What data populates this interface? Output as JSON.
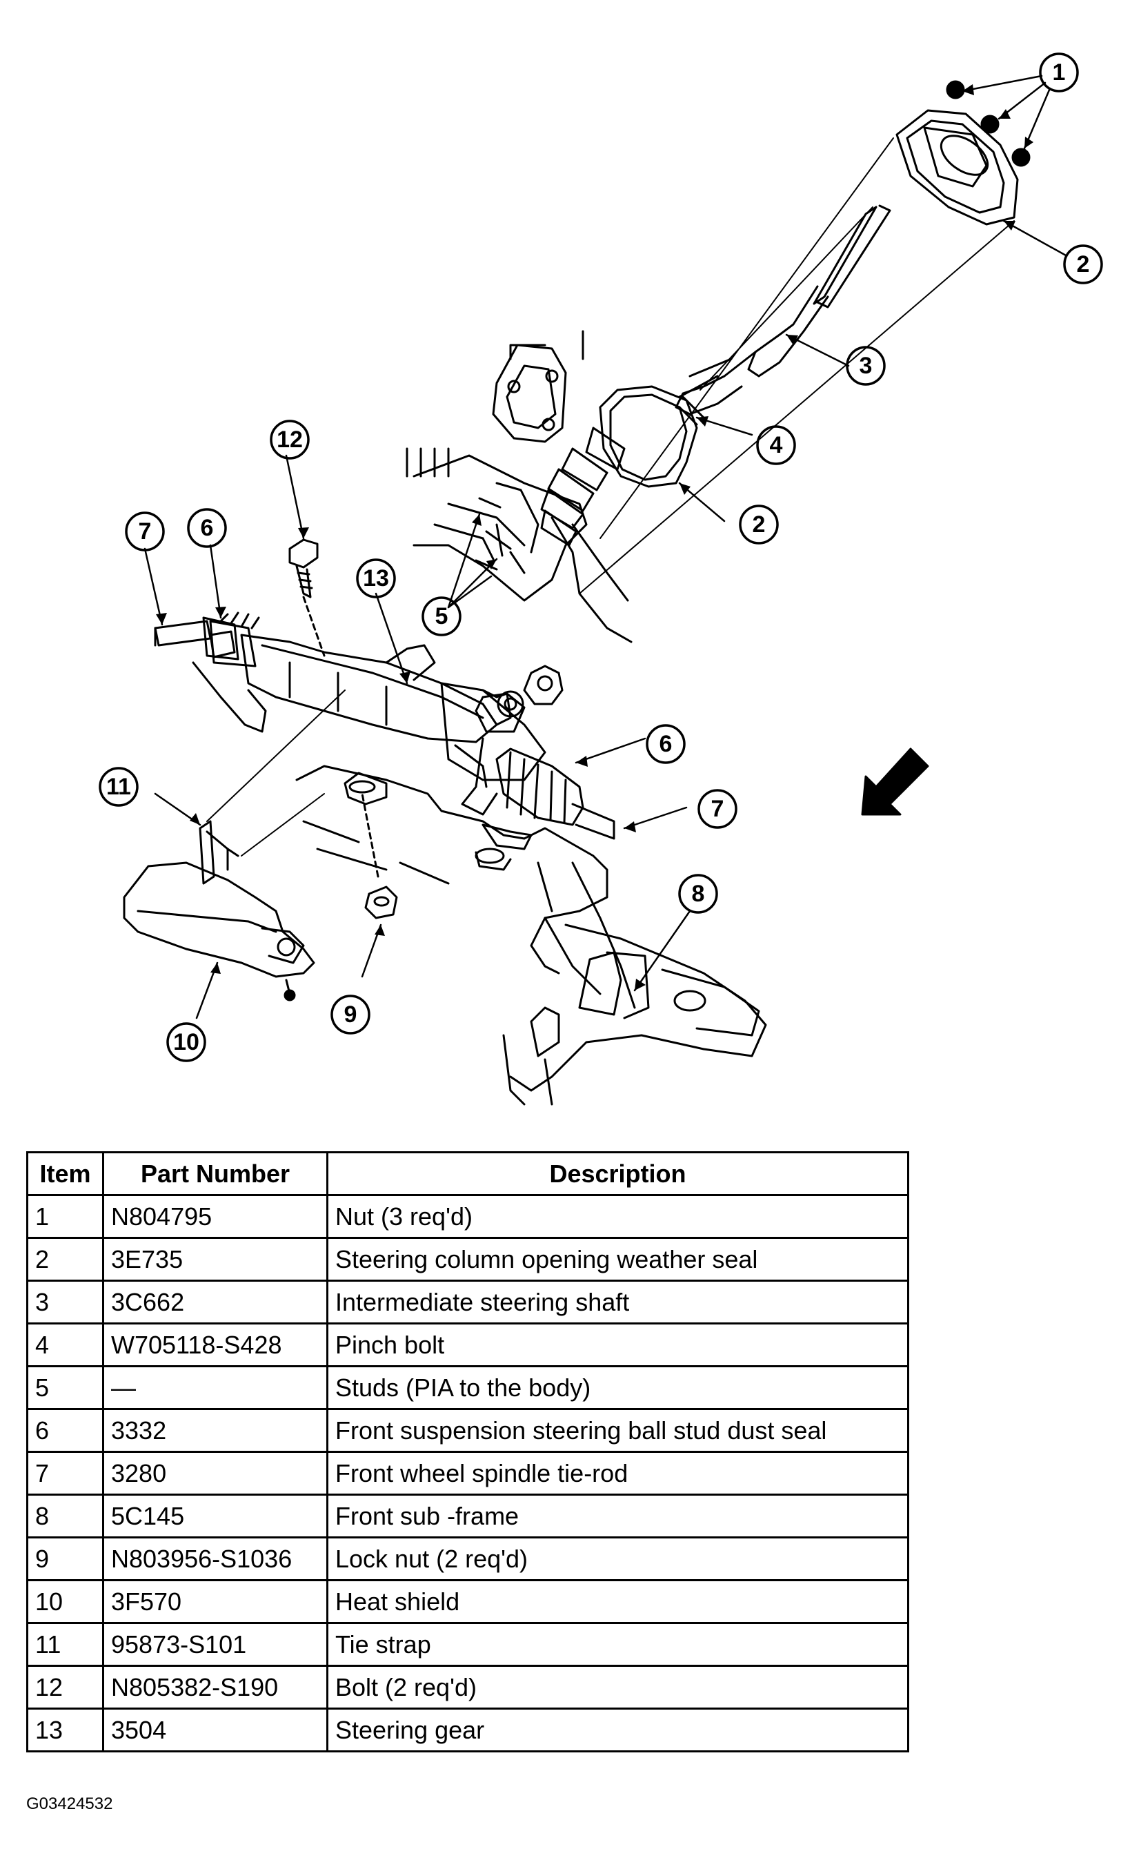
{
  "callouts": [
    "1",
    "2",
    "3",
    "4",
    "5",
    "6",
    "7",
    "8",
    "9",
    "10",
    "11",
    "12",
    "13"
  ],
  "table": {
    "headers": [
      "Item",
      "Part Number",
      "Description"
    ],
    "rows": [
      [
        "1",
        "N804795",
        "Nut (3 req'd)"
      ],
      [
        "2",
        "3E735",
        "Steering column opening weather seal"
      ],
      [
        "3",
        "3C662",
        "Intermediate steering shaft"
      ],
      [
        "4",
        "W705118-S428",
        "Pinch bolt"
      ],
      [
        "5",
        "—",
        "Studs (PIA to the body)"
      ],
      [
        "6",
        "3332",
        "Front suspension steering ball stud dust seal"
      ],
      [
        "7",
        "3280",
        "Front wheel spindle tie-rod"
      ],
      [
        "8",
        "5C145",
        "Front sub -frame"
      ],
      [
        "9",
        "N803956-S1036",
        "Lock nut (2 req'd)"
      ],
      [
        "10",
        "3F570",
        "Heat shield"
      ],
      [
        "11",
        "95873-S101",
        "Tie strap"
      ],
      [
        "12",
        "N805382-S190",
        "Bolt (2 req'd)"
      ],
      [
        "13",
        "3504",
        "Steering gear"
      ]
    ]
  },
  "figure_code": "G03424532",
  "colors": {
    "ink": "#000000",
    "paper": "#ffffff"
  }
}
